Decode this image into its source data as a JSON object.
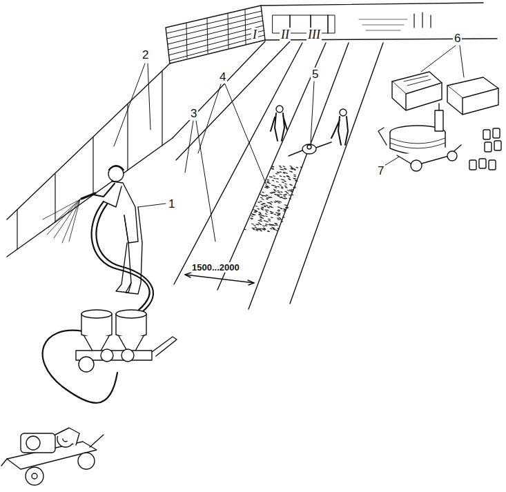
{
  "diagram": {
    "labels": [
      "2",
      "I",
      "II",
      "III",
      "4",
      "3",
      "5",
      "6",
      "1500...2000",
      "1",
      "7"
    ]
  }
}
